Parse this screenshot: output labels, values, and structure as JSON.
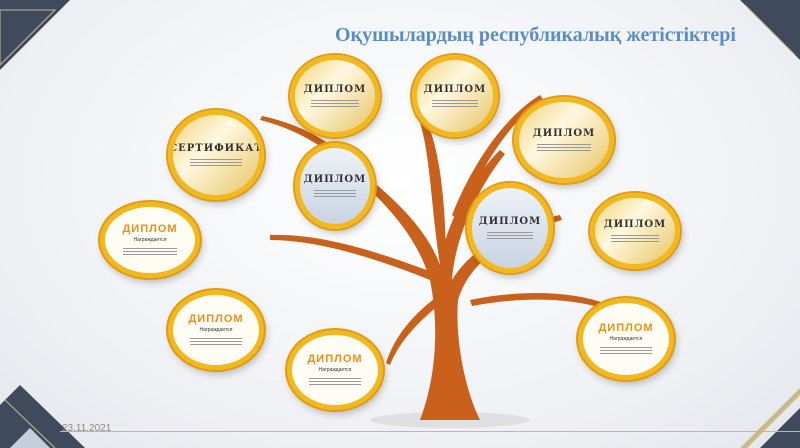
{
  "slide": {
    "title": "Оқушылардың  республикалық жетістіктері",
    "date": "23.11.2021"
  },
  "certificates": [
    {
      "heading": "ДИПЛОМ",
      "style": "dark"
    },
    {
      "heading": "СЕРТИФИКАТ",
      "style": "dark"
    },
    {
      "heading": "ДИПЛОМ",
      "style": "photo"
    },
    {
      "heading": "ДИПЛОМ",
      "style": "dark"
    },
    {
      "heading": "ДИПЛОМ",
      "style": "dark"
    },
    {
      "heading": "ДИПЛОМ",
      "style": "photo"
    },
    {
      "heading": "ДИПЛОМ",
      "style": "dark"
    },
    {
      "heading": "ДИПЛОМ",
      "subtitle": "Награждается",
      "style": "light"
    },
    {
      "heading": "ДИПЛОМ",
      "subtitle": "Награждается",
      "style": "light"
    },
    {
      "heading": "ДИПЛОМ",
      "subtitle": "Награждается",
      "style": "light"
    },
    {
      "heading": "ДИПЛОМ",
      "subtitle": "Награждается",
      "style": "light"
    }
  ],
  "colors": {
    "title": "#5b8cc4",
    "ring": "#f1b820",
    "tree": "#c9611c",
    "corner": "#3f4a5c"
  }
}
